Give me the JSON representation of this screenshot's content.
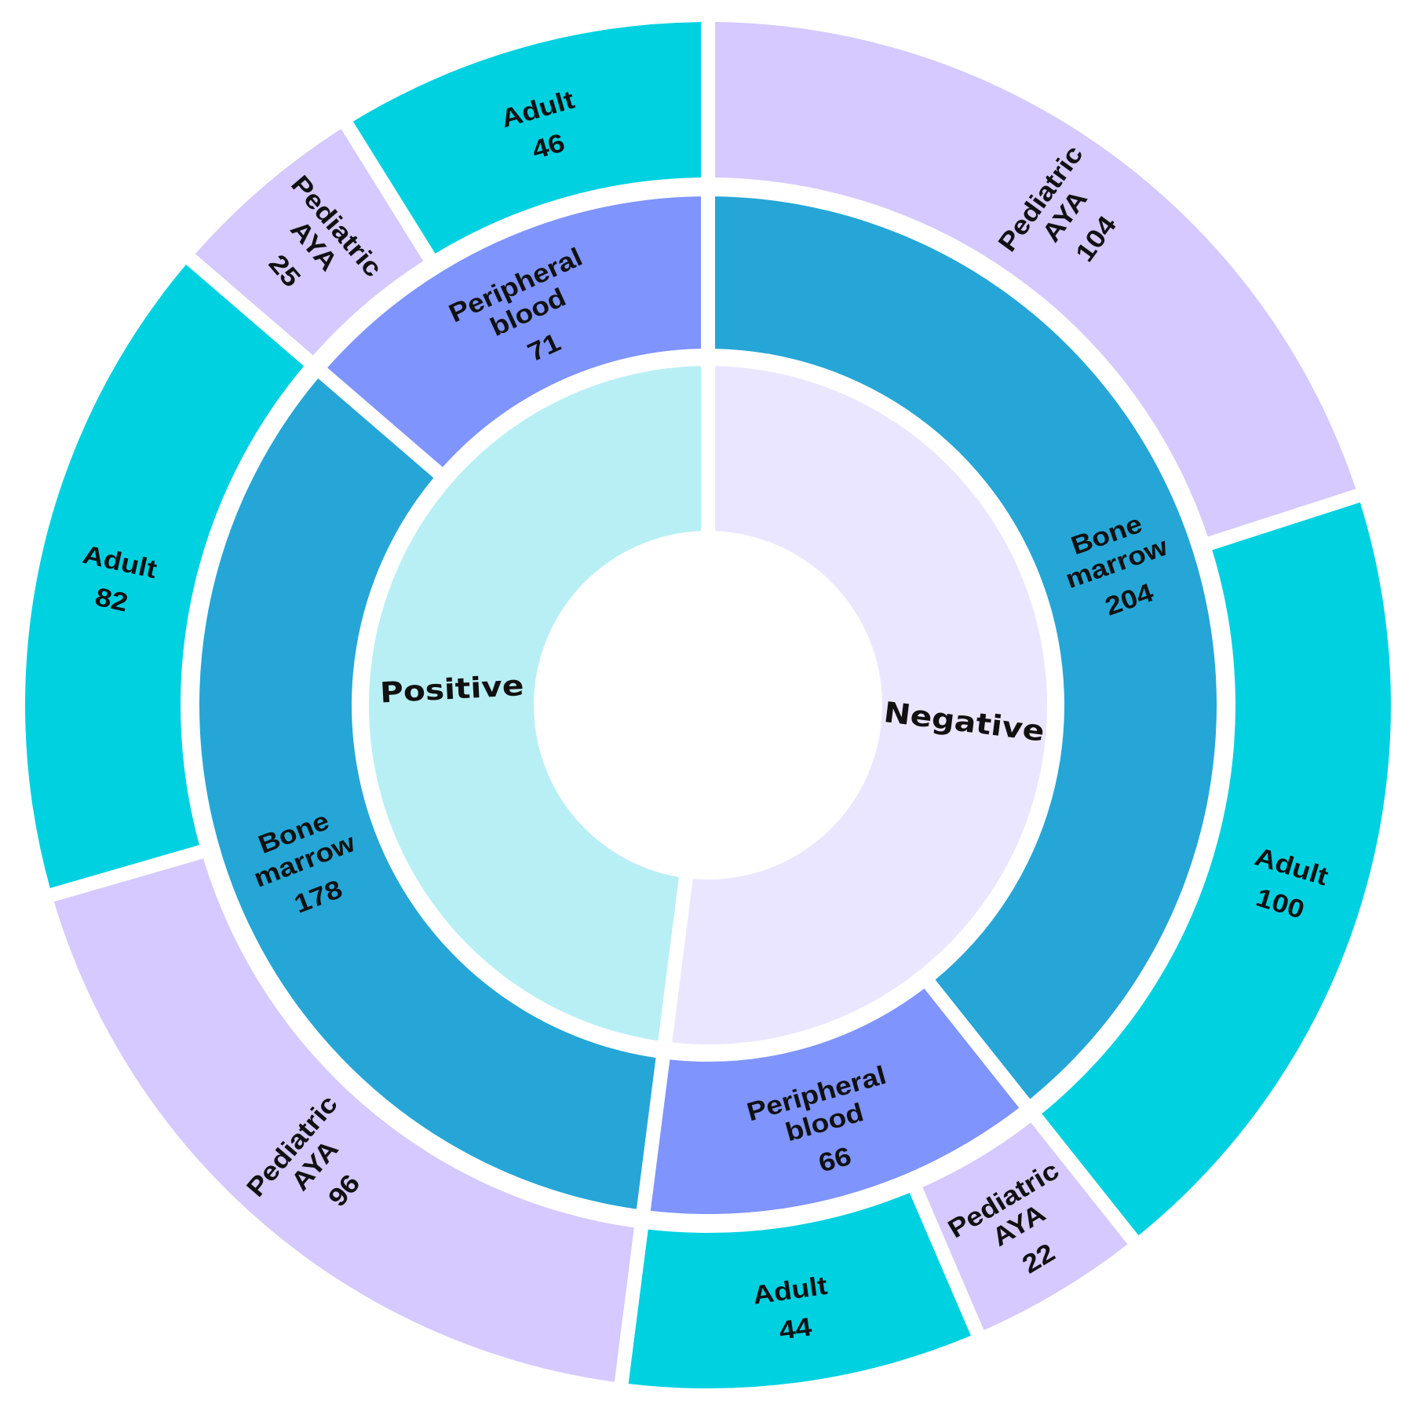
{
  "chart_data": {
    "type": "sunburst",
    "title": "",
    "colors": {
      "positive": "#b8eff5",
      "negative": "#ebe6ff",
      "bone_marrow": "#25a6d6",
      "peripheral_blood": "#7f94fd",
      "adult": "#00d1e0",
      "pediatric_aya": "#d5c9ff"
    },
    "rings": [
      {
        "level": "result",
        "segments": [
          {
            "label": "Negative",
            "value": 270,
            "color": "#ebe6ff"
          },
          {
            "label": "Positive",
            "value": 249,
            "color": "#b8eff5"
          }
        ]
      },
      {
        "level": "sample",
        "segments": [
          {
            "label": "Bone marrow",
            "value": 204,
            "display_value": "204",
            "color": "#25a6d6"
          },
          {
            "label": "Peripheral blood",
            "value": 66,
            "display_value": "66",
            "color": "#7f94fd"
          },
          {
            "label": "Bone marrow",
            "value": 178,
            "display_value": "178",
            "color": "#25a6d6"
          },
          {
            "label": "Peripheral blood",
            "value": 71,
            "display_value": "71",
            "color": "#7f94fd"
          }
        ]
      },
      {
        "level": "age_group",
        "segments": [
          {
            "label": "Pediatric AYA",
            "value": 104,
            "display_value": "104",
            "color": "#d5c9ff"
          },
          {
            "label": "Adult",
            "value": 100,
            "display_value": "100",
            "color": "#00d1e0"
          },
          {
            "label": "Pediatric AYA",
            "value": 22,
            "display_value": "22",
            "color": "#d5c9ff"
          },
          {
            "label": "Adult",
            "value": 44,
            "display_value": "44",
            "color": "#00d1e0"
          },
          {
            "label": "Pediatric AYA",
            "value": 96,
            "display_value": "96",
            "color": "#d5c9ff"
          },
          {
            "label": "Adult",
            "value": 82,
            "display_value": "82",
            "color": "#00d1e0"
          },
          {
            "label": "Pediatric AYA",
            "value": 25,
            "display_value": "25",
            "color": "#d5c9ff"
          },
          {
            "label": "Adult",
            "value": 46,
            "display_value": "46",
            "color": "#00d1e0"
          }
        ]
      }
    ],
    "legend": "none"
  }
}
